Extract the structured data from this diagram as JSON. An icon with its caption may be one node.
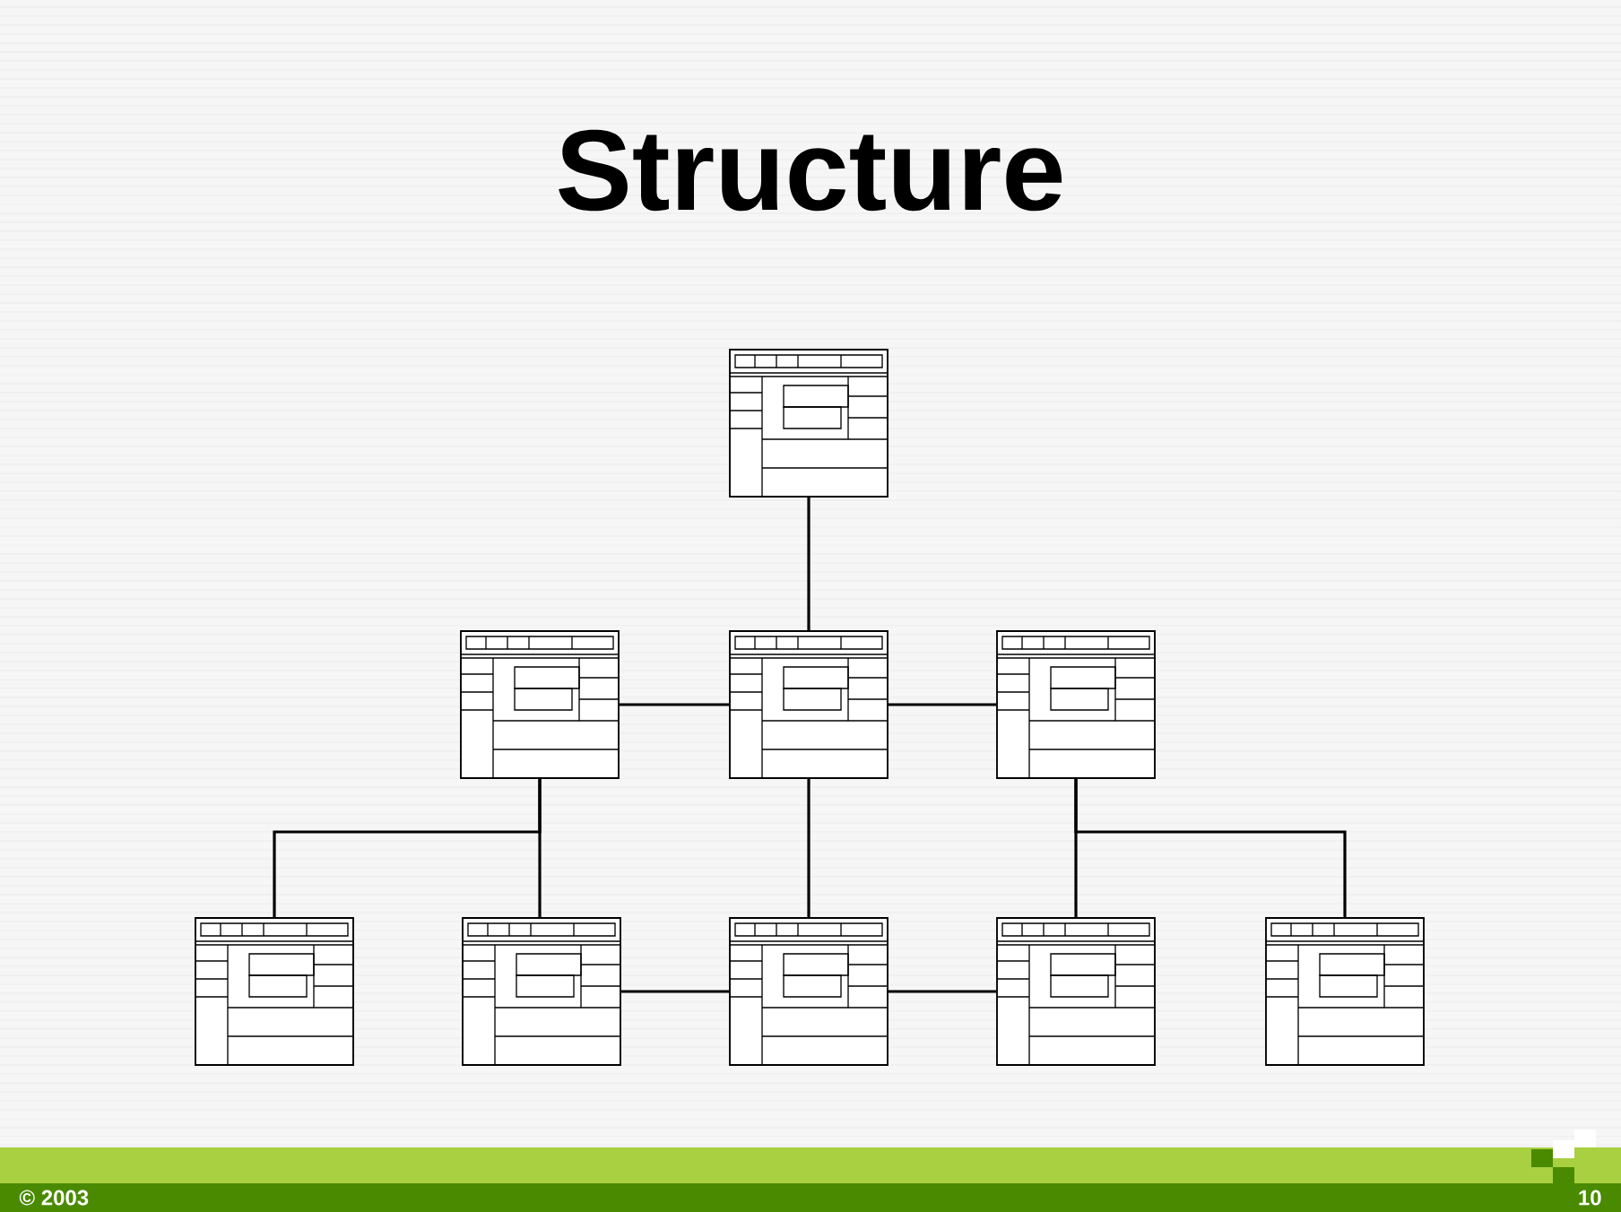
{
  "diagram": {
    "title": "Structure",
    "nodes": [
      {
        "text": [],
        "shape": "picture"
      },
      {
        "text": [],
        "shape": "picture"
      },
      {
        "text": [],
        "shape": "picture"
      },
      {
        "text": [],
        "shape": "picture"
      },
      {
        "text": [],
        "shape": "picture"
      },
      {
        "text": [],
        "shape": "picture"
      },
      {
        "text": [],
        "shape": "picture"
      },
      {
        "text": [],
        "shape": "picture"
      },
      {
        "text": [],
        "shape": "picture"
      }
    ],
    "edges": [
      {
        "from": 0,
        "to": 2,
        "arrow": "none"
      },
      {
        "from": 1,
        "to": 2,
        "arrow": "none"
      },
      {
        "from": 2,
        "to": 3,
        "arrow": "none"
      },
      {
        "from": 1,
        "to": 4,
        "arrow": "none"
      },
      {
        "from": 1,
        "to": 5,
        "arrow": "none"
      },
      {
        "from": 2,
        "to": 6,
        "arrow": "none"
      },
      {
        "from": 3,
        "to": 7,
        "arrow": "none"
      },
      {
        "from": 3,
        "to": 8,
        "arrow": "none"
      },
      {
        "from": 5,
        "to": 6,
        "arrow": "none"
      },
      {
        "from": 6,
        "to": 7,
        "arrow": "none"
      }
    ],
    "labels": [
      "© 2003",
      "10"
    ]
  }
}
